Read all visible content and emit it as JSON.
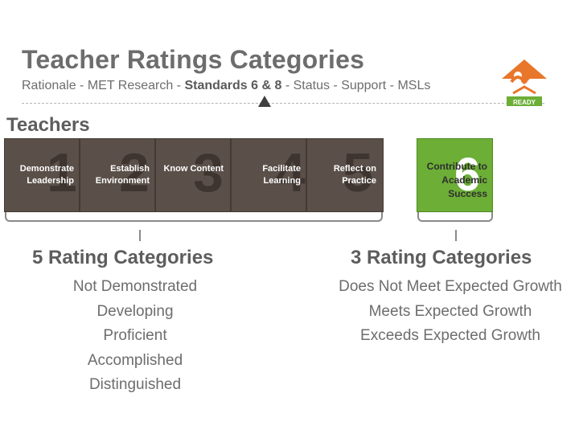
{
  "header": {
    "title": "Teacher Ratings Categories",
    "nav": [
      "Rationale",
      "MET Research",
      "Standards 6 & 8",
      "Status",
      "Support",
      "MSLs"
    ],
    "nav_current_index": 2,
    "separator": " - "
  },
  "logo": {
    "text": "READY",
    "color": "#e8762b"
  },
  "section_label": "Teachers",
  "standards": [
    {
      "number": "1",
      "label": "Demonstrate Leadership"
    },
    {
      "number": "2",
      "label": "Establish Environment"
    },
    {
      "number": "3",
      "label": "Know Content"
    },
    {
      "number": "4",
      "label": "Facilitate Learning"
    },
    {
      "number": "5",
      "label": "Reflect on Practice"
    }
  ],
  "standard_6": {
    "number": "6",
    "label": "Contribute to Academic Success",
    "color": "#6cae36"
  },
  "left_group": {
    "heading": "5 Rating Categories",
    "items": [
      "Not Demonstrated",
      "Developing",
      "Proficient",
      "Accomplished",
      "Distinguished"
    ]
  },
  "right_group": {
    "heading": "3 Rating Categories",
    "items": [
      "Does Not Meet Expected Growth",
      "Meets Expected Growth",
      "Exceeds Expected Growth"
    ]
  }
}
